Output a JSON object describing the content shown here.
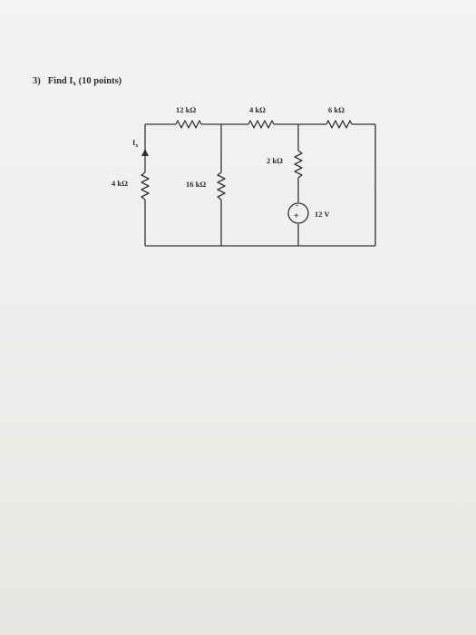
{
  "question": {
    "number": "3)",
    "prefix": "Find I",
    "subscript": "x",
    "suffix": "(10 points)"
  },
  "circuit": {
    "resistors": {
      "r_top_left": "12 kΩ",
      "r_top_mid": "4 kΩ",
      "r_top_right": "6 kΩ",
      "r_mid_vertical": "2 kΩ",
      "r_left": "4 kΩ",
      "r_center": "16 kΩ"
    },
    "current_label": {
      "main": "I",
      "subscript": "x"
    },
    "voltage_source": {
      "value": "12 V",
      "plus": "+",
      "minus": "-"
    }
  }
}
